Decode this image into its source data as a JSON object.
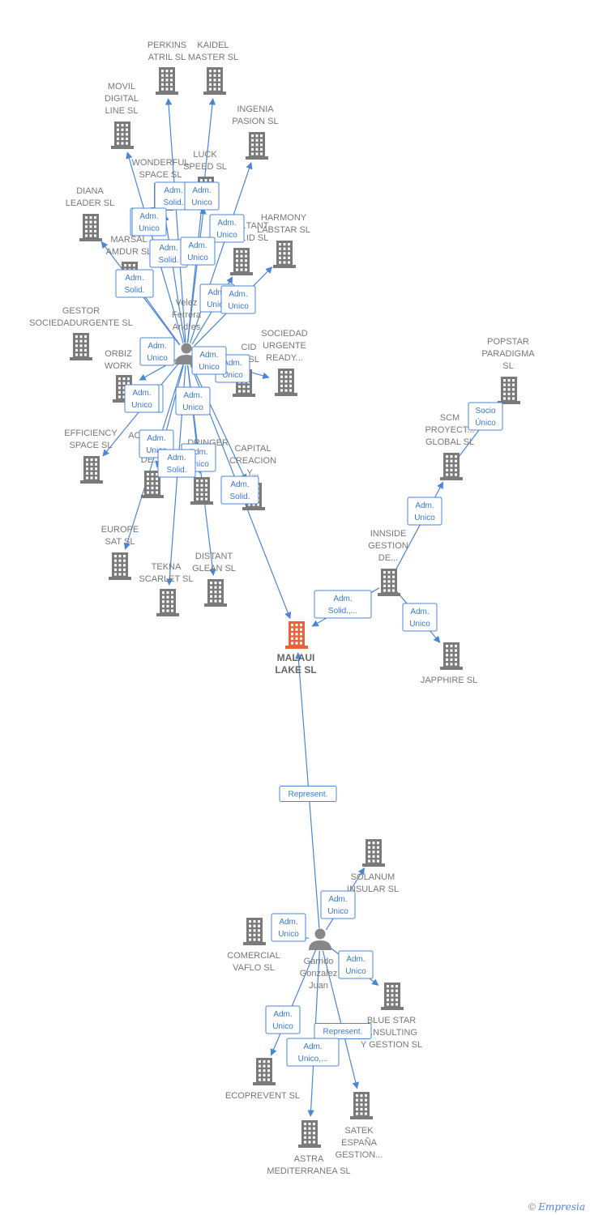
{
  "colors": {
    "edge": "#4a86d8",
    "company": "#7a7a7a",
    "focus": "#e8623a",
    "person": "#888888",
    "label": "#777777"
  },
  "footer": {
    "copyright": "©",
    "brand": "Empresia"
  },
  "nodes": [
    {
      "id": "perkins",
      "type": "company",
      "label": [
        "PERKINS",
        "ATRIL  SL"
      ]
    },
    {
      "id": "kaidel",
      "type": "company",
      "label": [
        "KAIDEL",
        "MASTER  SL"
      ]
    },
    {
      "id": "movil",
      "type": "company",
      "label": [
        "MOVIL",
        "DIGITAL",
        "LINE SL"
      ]
    },
    {
      "id": "ingenia",
      "type": "company",
      "label": [
        "INGENIA",
        "PASION  SL"
      ]
    },
    {
      "id": "wonderful",
      "type": "company",
      "label": [
        "WONDERFUL",
        "SPACE  SL"
      ]
    },
    {
      "id": "luck",
      "type": "company",
      "label": [
        "LUCK",
        "SPEED  SL"
      ]
    },
    {
      "id": "diana",
      "type": "company",
      "label": [
        "DIANA",
        "LEADER  SL"
      ]
    },
    {
      "id": "marsal",
      "type": "company",
      "label": [
        "MARSAL",
        "AMDUR  SL"
      ]
    },
    {
      "id": "harmony",
      "type": "company",
      "label": [
        "HARMONY",
        "LABSTAR SL"
      ]
    },
    {
      "id": "constant",
      "type": "company",
      "label": [
        "...TANT",
        "...ID  SL"
      ]
    },
    {
      "id": "gestor",
      "type": "company",
      "label": [
        "GESTOR",
        "SOCIEDADURGENTE SL"
      ]
    },
    {
      "id": "sociedad",
      "type": "company",
      "label": [
        "SOCIEDAD",
        "URGENTE",
        "READY..."
      ]
    },
    {
      "id": "orbiz",
      "type": "company",
      "label": [
        "ORBIZ",
        "WORK"
      ]
    },
    {
      "id": "cid",
      "type": "company",
      "label": [
        "CID",
        "... SL"
      ]
    },
    {
      "id": "popstar",
      "type": "company",
      "label": [
        "POPSTAR",
        "PARADIGMA",
        "SL"
      ]
    },
    {
      "id": "efficiency",
      "type": "company",
      "label": [
        "EFFICIENCY",
        "SPACE SL"
      ]
    },
    {
      "id": "actual",
      "type": "company",
      "label": [
        "ACTU...DO",
        "SOL...",
        "DE..."
      ]
    },
    {
      "id": "dringer",
      "type": "company",
      "label": [
        "...DRINGER",
        "... SL"
      ]
    },
    {
      "id": "capital",
      "type": "company",
      "label": [
        "CAPITAL",
        "CREACION",
        "Y..."
      ]
    },
    {
      "id": "scm",
      "type": "company",
      "label": [
        "SCM",
        "PROYECT...",
        "GLOBAL SL"
      ]
    },
    {
      "id": "europe",
      "type": "company",
      "label": [
        "EUROPE",
        "SAT  SL"
      ]
    },
    {
      "id": "innside",
      "type": "company",
      "label": [
        "INNSIDE",
        "GESTION",
        "DE..."
      ]
    },
    {
      "id": "tekna",
      "type": "company",
      "label": [
        "TEKNA",
        "SCARLET  SL"
      ]
    },
    {
      "id": "distant",
      "type": "company",
      "label": [
        "DISTANT",
        "GLEAN  SL"
      ]
    },
    {
      "id": "malaui",
      "type": "focus",
      "label": [
        "MALAUI",
        "LAKE  SL"
      ]
    },
    {
      "id": "japphire",
      "type": "company",
      "label": [
        "JAPPHIRE SL"
      ]
    },
    {
      "id": "velez",
      "type": "person",
      "label": [
        "Velez",
        "Ferrera",
        "Andres"
      ]
    },
    {
      "id": "garrido",
      "type": "person",
      "label": [
        "Garrido",
        "Gonzalez",
        "Juan"
      ]
    },
    {
      "id": "solanum",
      "type": "company",
      "label": [
        "SOLANUM",
        "INSULAR SL"
      ]
    },
    {
      "id": "comercial",
      "type": "company",
      "label": [
        "COMERCIAL",
        "VAFLO  SL"
      ]
    },
    {
      "id": "bluestar",
      "type": "company",
      "label": [
        "BLUE STAR",
        "...NSULTING",
        "Y GESTION  SL"
      ]
    },
    {
      "id": "ecoprevent",
      "type": "company",
      "label": [
        "ECOPREVENT SL"
      ]
    },
    {
      "id": "satek",
      "type": "company",
      "label": [
        "SATEK",
        "ESPAÑA",
        "GESTION..."
      ]
    },
    {
      "id": "astra",
      "type": "company",
      "label": [
        "ASTRA",
        "MEDITERRANEA SL"
      ]
    }
  ],
  "edges": [
    {
      "from": "velez",
      "to": "perkins",
      "label": [
        "Adm.",
        "Solid."
      ]
    },
    {
      "from": "velez",
      "to": "kaidel",
      "label": [
        "Adm.",
        "Unico"
      ]
    },
    {
      "from": "velez",
      "to": "movil",
      "label": [
        "Adm.",
        "Unico"
      ]
    },
    {
      "from": "velez",
      "to": "ingenia",
      "label": [
        "Adm.",
        "Unico"
      ]
    },
    {
      "from": "velez",
      "to": "wonderful",
      "label": [
        "Adm.",
        "Solid."
      ]
    },
    {
      "from": "velez",
      "to": "luck",
      "label": [
        "Adm.",
        "Unico"
      ]
    },
    {
      "from": "velez",
      "to": "diana",
      "label": [
        "Adm.",
        "Unico"
      ]
    },
    {
      "from": "velez",
      "to": "marsal",
      "label": [
        "Adm.",
        "Solid."
      ]
    },
    {
      "from": "velez",
      "to": "harmony",
      "label": [
        "Adm.",
        "Unico"
      ]
    },
    {
      "from": "velez",
      "to": "constant",
      "label": [
        "Adm.",
        "Unico"
      ]
    },
    {
      "from": "velez",
      "to": "orbiz",
      "label": [
        "Adm.",
        "Unico"
      ]
    },
    {
      "from": "velez",
      "to": "cid",
      "label": [
        "Adm.",
        "Unico"
      ]
    },
    {
      "from": "velez",
      "to": "sociedad",
      "label": [
        "Adm.",
        "Unico"
      ]
    },
    {
      "from": "velez",
      "to": "efficiency",
      "label": [
        "Adm.",
        "Unico"
      ]
    },
    {
      "from": "velez",
      "to": "actual",
      "label": [
        "Adm.",
        "Unico"
      ]
    },
    {
      "from": "velez",
      "to": "dringer",
      "label": [
        "Adm.",
        "Unico"
      ]
    },
    {
      "from": "velez",
      "to": "capital",
      "label": [
        "Adm.",
        "Solid."
      ]
    },
    {
      "from": "velez",
      "to": "europe",
      "label": [
        "Adm.",
        "Unico"
      ]
    },
    {
      "from": "velez",
      "to": "tekna",
      "label": [
        "Adm.",
        "Solid."
      ]
    },
    {
      "from": "velez",
      "to": "distant",
      "label": [
        "Adm.",
        "Unico"
      ]
    },
    {
      "from": "velez",
      "to": "malaui",
      "label": [
        "Adm.",
        "Solid."
      ]
    },
    {
      "from": "innside",
      "to": "malaui",
      "label": [
        "Adm.",
        "Solid.,..."
      ]
    },
    {
      "from": "innside",
      "to": "scm",
      "label": [
        "Adm.",
        "Unico"
      ]
    },
    {
      "from": "scm",
      "to": "popstar",
      "label": [
        "Socio",
        "Único"
      ]
    },
    {
      "from": "innside",
      "to": "japphire",
      "label": [
        "Adm.",
        "Unico"
      ]
    },
    {
      "from": "garrido",
      "to": "malaui",
      "label": [
        "Represent."
      ]
    },
    {
      "from": "garrido",
      "to": "solanum",
      "label": [
        "Adm.",
        "Unico"
      ]
    },
    {
      "from": "garrido",
      "to": "comercial",
      "label": [
        "Adm.",
        "Unico"
      ]
    },
    {
      "from": "garrido",
      "to": "bluestar",
      "label": [
        "Adm.",
        "Unico"
      ]
    },
    {
      "from": "garrido",
      "to": "ecoprevent",
      "label": [
        "Adm.",
        "Unico"
      ]
    },
    {
      "from": "garrido",
      "to": "satek",
      "label": [
        "Represent."
      ]
    },
    {
      "from": "garrido",
      "to": "astra",
      "label": [
        "Adm.",
        "Unico,..."
      ]
    }
  ]
}
